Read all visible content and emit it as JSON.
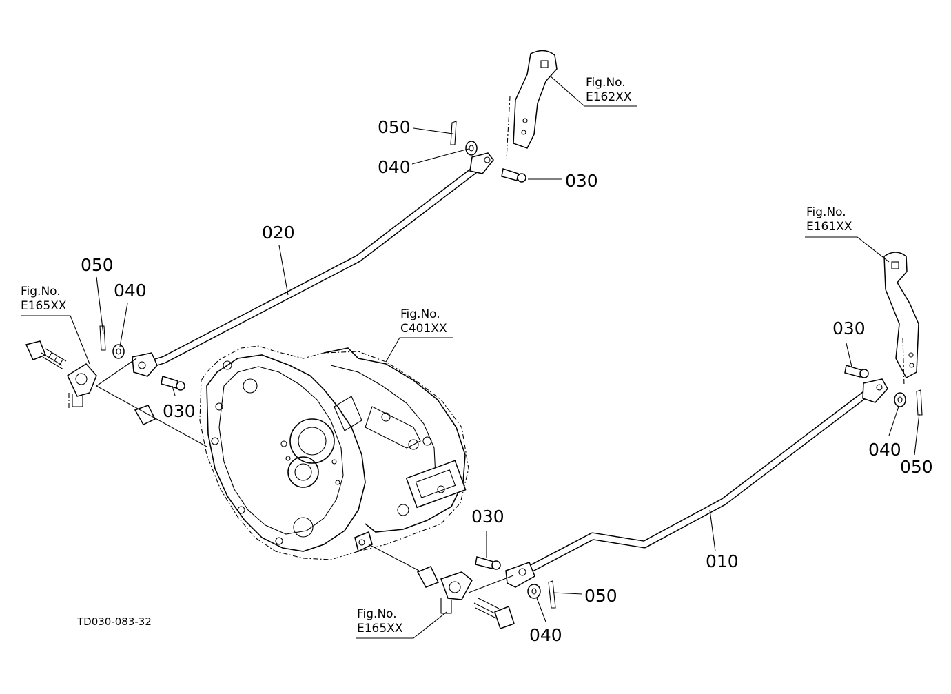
{
  "labels": {
    "p020": "020",
    "p010": "010",
    "top_050": "050",
    "top_040": "040",
    "top_030": "030",
    "left_050": "050",
    "left_040": "040",
    "left_030": "030",
    "right_030": "030",
    "right_040": "040",
    "right_050": "050",
    "bottom_030": "030",
    "bottom_050": "050",
    "bottom_040": "040"
  },
  "figrefs": {
    "fig_prefix": "Fig.No.",
    "e162": "E162XX",
    "e161": "E161XX",
    "e165_left": "E165XX",
    "c401": "C401XX",
    "e165_bottom": "E165XX"
  },
  "drawing_code": "TD030-083-32"
}
